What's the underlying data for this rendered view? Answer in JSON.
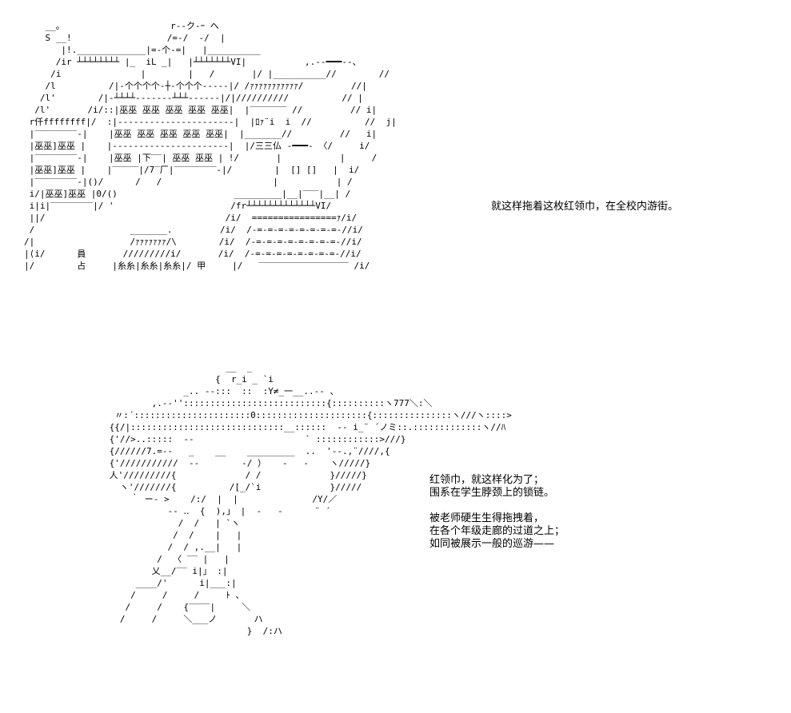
{
  "art": {
    "school_building": "    __。                    r--ク-ｰ へ\n    S __!                  /=-/  -/  |\n       |!._____________|=-个-=|   |__________\n      /ir ┴┴┴┴┴┴┴┴ |_  iL _|   |┴┴┴┴┴┴┴VI|           ,.-‐━━━‐-、\n     /i               |        |   /       |/ |__________//        //\n    /l          /|-个个个个-┼-个个个-----|/ /ｧｧｧｧｧｧｧｧｧｧｧ/         //|\n   /l'        /|-┴┴┴┴-------┴┴┴------|/|//////////          // |\n  /l'       /i/::|巫巫 巫巫 巫巫 巫巫 巫巫|  |‾‾‾‾‾‾‾ //         // i|\n r仟ffffffff|/  :|----------------------|  |ﾛｧ¨i  i  //          //  j|\n |‾‾‾‾‾‾‾‾-|    |巫巫 巫巫 巫巫 巫巫 巫巫|  |_______//         //   i|\n |巫巫]巫巫 |    |----------------------|  |/三三仏 -━━━- 〈/     i/\n |‾‾‾‾‾‾‾‾-|    |巫巫 |下‾‾| 巫巫 巫巫 | !/       |           |     /\n |巫巫]巫巫 |    |‾‾‾‾‾|/7‾厂|‾‾‾‾‾‾‾‾-|/        |  [] []   |  i/\n |‾‾‾‾‾‾‾‾-|()/      /   /                     |           | /\n i/|巫巫]巫巫 |0/()                      _________|__|‾‾‾|__| /\n i|i|‾‾‾‾‾‾‾‾|/ '                      /fr┴┴┴┴┴┴┴┴┴┴┴┴┴VI/\n ||/                                  /i/  ================ｧ/i/\n /                  _______.         /i/  /-=-=-=-=-=-=-=-=-//i/\n/|                  /ｧｧｧｧｧｧｧ/\\        /i/  /-=-=-=-=-=-=-=-=-//i/\n|⟨i/      員       /////////i/       /i/  /-=-=-=-=-=-=-=-=-//i/\n|/        占     |糸糸|糸糸|糸糸|/ 甲     |/   ‾‾‾‾‾‾‾‾‾‾‾‾‾‾‾‾‾ /i/",
    "scarf_figure": "                       __  _\n                     {  r_i _ `i\n               _.. -‐:::  ::  :Y≠_一__..-‐ 、\n         ,.-‐'':::::::::::::::::::::::::::{::::::::::ヽ777＼:＼\n  〃:´::::::::::::::::::::::0:::::::::::::::::::::{:::::::::::::::ヽ///ヽ::::>\n {{/|:::::::::::::::::::::::::::::__::::::  -‐ i_¨ ´ノミ::.:::::::::::::ヽ//ﾊ\n {'//>..:::::  -‐                     ` ::::::::::::>///}\n {//////7.=-‐   _    __    _________  ..  '‐-.,¨////,{\n {'///////////  -‐        -/ ）   -   -    ヽ/////}\n 人'/////////{             / /             }/////}\n   ヽ'///////{          /[_/`i             }/////\n     ｀ ー- >    /:/  |  |              /Y/／\n            ‐- ‥  {  ),」 |  -   -      ¨ ´\n              /  /   | `ヽ\n             /  /    |   |\n            /  / ,.__|   |\n          /  〈 ‾‾ |   |\n         乂__/‾‾ i|」 :|\n      ____/'      i|___:|\n     /     /     /     ﾄ 、\n    /     /    {‾‾‾‾|     ＼\n   /     /     ＼___ノ       ハ\n                           }  /:ハ"
  },
  "captions": {
    "line1": "就这样拖着这枚红领巾，在全校内游街。",
    "block2": [
      "红领巾，就这样化为了；",
      "围系在学生脖颈上的锁链。",
      "",
      "被老师硬生生得拖拽着，",
      "在各个年级走廊的过道之上；",
      "如同被展示一般的巡游——"
    ]
  }
}
